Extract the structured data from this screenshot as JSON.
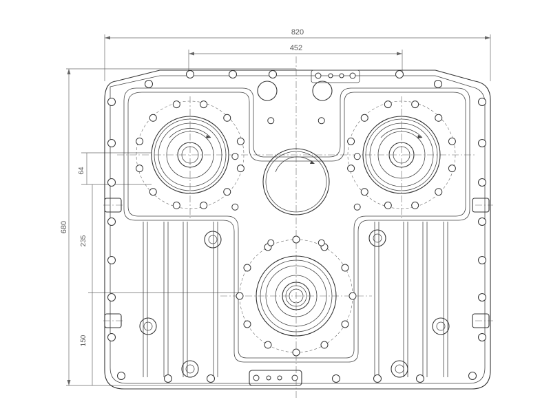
{
  "dimensions": {
    "overall_width": "820",
    "hub_spacing": "452",
    "overall_height": "680",
    "hub_offset": "64",
    "upper_section": "235",
    "lower_section": "150"
  }
}
